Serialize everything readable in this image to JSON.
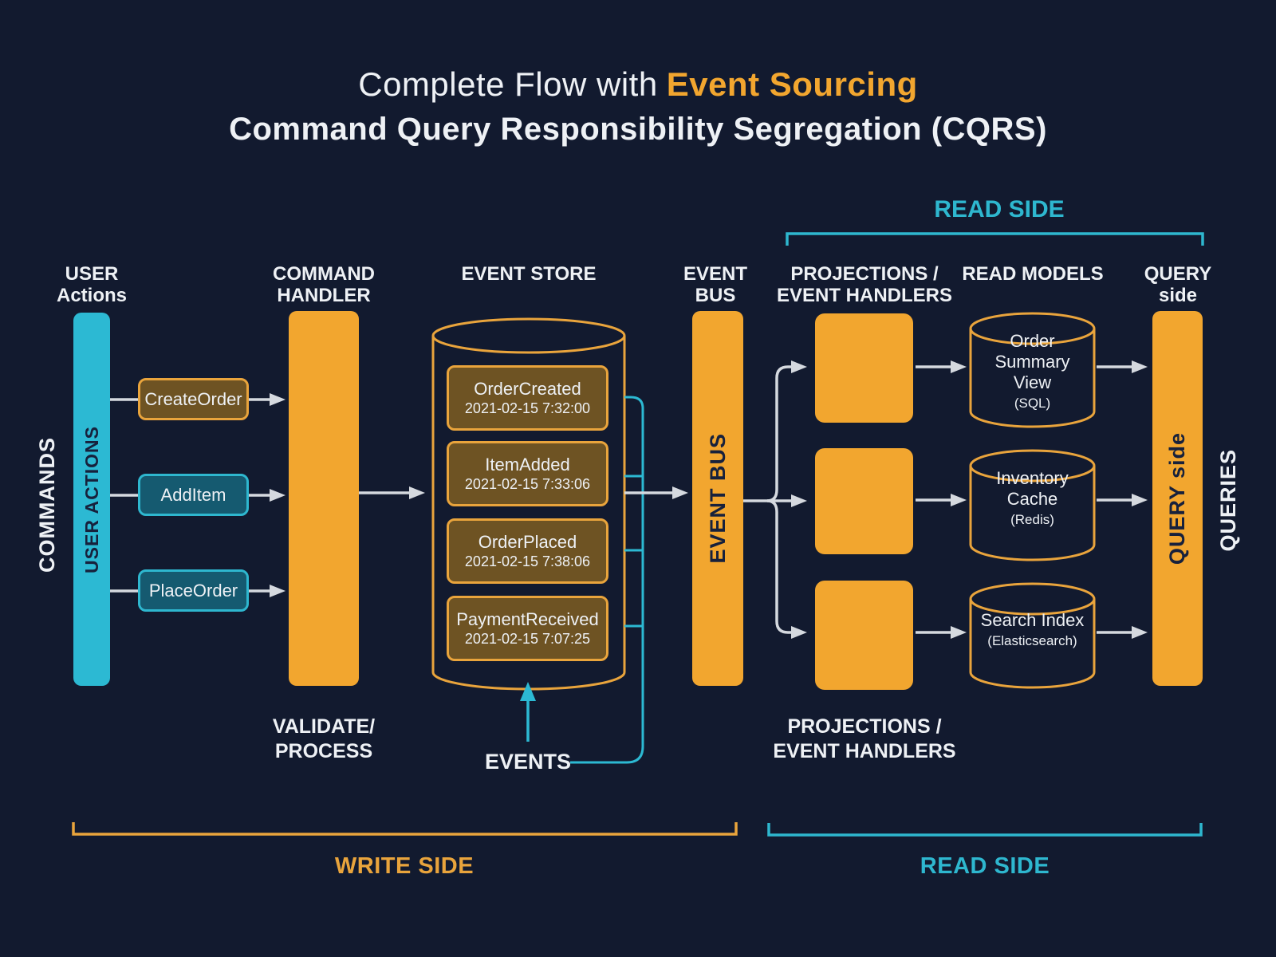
{
  "title": {
    "prefix": "Complete Flow with",
    "highlight": "Event Sourcing",
    "subtitle": "Command Query Responsibility Segregation (CQRS)"
  },
  "colors": {
    "background": "#121a2f",
    "orange": "#f2a62f",
    "orange_stroke": "#e9a43c",
    "cyan": "#2eb7cf",
    "brown_fill": "#6e5323",
    "teal_fill": "#155a70",
    "arrow_gray": "#d5d9df",
    "white_text": "#eef1f5",
    "dark_text": "#17213c"
  },
  "labels": {
    "read_side_top": "READ SIDE",
    "write_side": "WRITE SIDE",
    "read_side_bottom": "READ SIDE",
    "events": "EVENTS",
    "commands_vertical": "COMMANDS",
    "queries_vertical": "QUERIES",
    "user_actions_bar": "USER ACTIONS"
  },
  "columns": {
    "user_actions": {
      "line1": "USER",
      "line2": "Actions"
    },
    "command_handler": {
      "line1": "COMMAND",
      "line2": "HANDLER",
      "note1": "VALIDATE/",
      "note2": "PROCESS"
    },
    "event_store": {
      "title": "EVENT STORE"
    },
    "event_bus": {
      "line1": "EVENT",
      "line2": "BUS",
      "bar_label": "EVENT BUS"
    },
    "projections": {
      "line1": "PROJECTIONS /",
      "line2": "EVENT HANDLERS",
      "bottom_line1": "PROJECTIONS /",
      "bottom_line2": "EVENT HANDLERS"
    },
    "read_models": {
      "title": "READ MODELS"
    },
    "query_side": {
      "line1": "QUERY",
      "line2": "side",
      "bar_label": "QUERY side"
    }
  },
  "commands": [
    {
      "label": "CreateOrder",
      "variant": "amber"
    },
    {
      "label": "AddItem",
      "variant": "teal"
    },
    {
      "label": "PlaceOrder",
      "variant": "teal"
    }
  ],
  "events": [
    {
      "name": "OrderCreated",
      "timestamp": "2021-02-15 7:32:00"
    },
    {
      "name": "ItemAdded",
      "timestamp": "2021-02-15 7:33:06"
    },
    {
      "name": "OrderPlaced",
      "timestamp": "2021-02-15 7:38:06"
    },
    {
      "name": "PaymentReceived",
      "timestamp": "2021-02-15 7:07:25"
    }
  ],
  "read_models": [
    {
      "name": "Order Summary View",
      "tech": "(SQL)"
    },
    {
      "name": "Inventory Cache",
      "tech": "(Redis)"
    },
    {
      "name": "Search Index",
      "tech": "(Elasticsearch)"
    }
  ]
}
